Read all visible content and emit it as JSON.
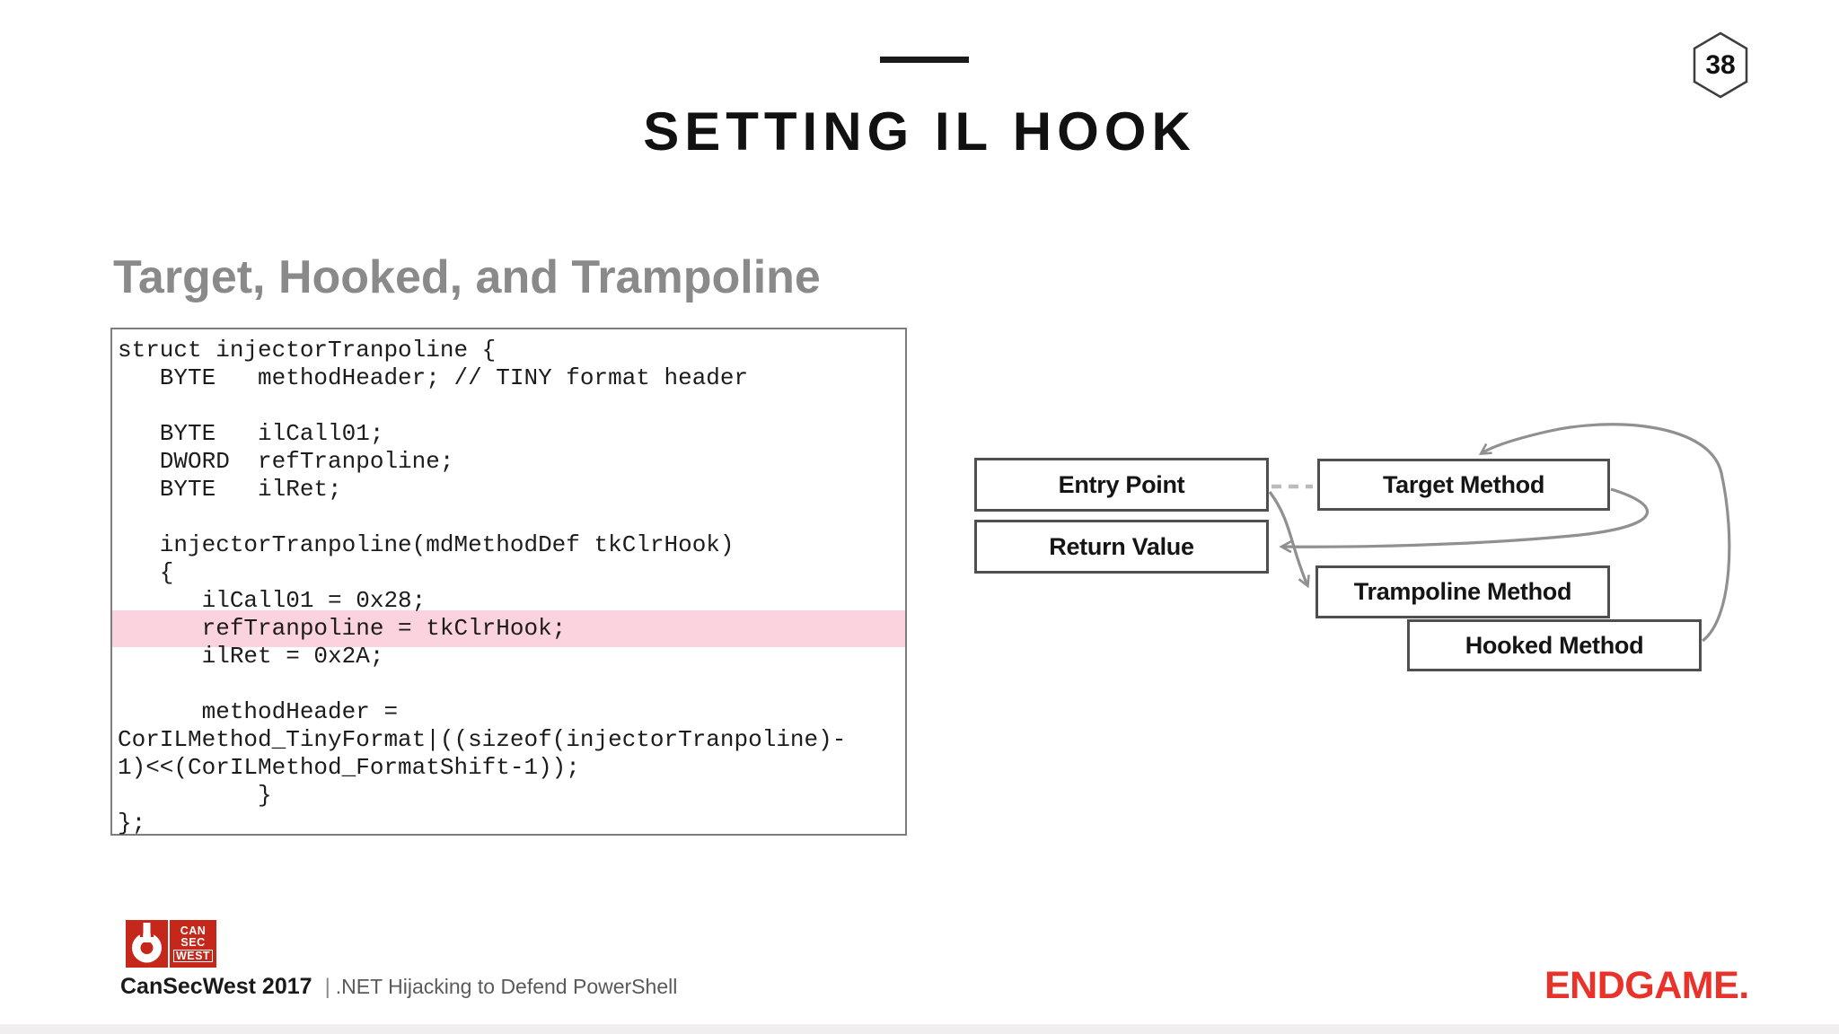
{
  "slide": {
    "number": "38",
    "title": "SETTING IL HOOK",
    "section_heading": "Target, Hooked, and Trampoline"
  },
  "code": {
    "lines": [
      {
        "text": "struct injectorTranpoline {",
        "highlight": false
      },
      {
        "text": "   BYTE   methodHeader; // TINY format header",
        "highlight": false
      },
      {
        "text": "",
        "highlight": false
      },
      {
        "text": "   BYTE   ilCall01;",
        "highlight": false
      },
      {
        "text": "   DWORD  refTranpoline;",
        "highlight": false
      },
      {
        "text": "   BYTE   ilRet;",
        "highlight": false
      },
      {
        "text": "",
        "highlight": false
      },
      {
        "text": "   injectorTranpoline(mdMethodDef tkClrHook)",
        "highlight": false
      },
      {
        "text": "   {",
        "highlight": false
      },
      {
        "text": "      ilCall01 = 0x28;",
        "highlight": false
      },
      {
        "text": "      refTranpoline = tkClrHook;",
        "highlight": true
      },
      {
        "text": "      ilRet = 0x2A;",
        "highlight": false
      },
      {
        "text": "",
        "highlight": false
      },
      {
        "text": "      methodHeader =",
        "highlight": false
      },
      {
        "text": "CorILMethod_TinyFormat|((sizeof(injectorTranpoline)-",
        "highlight": false
      },
      {
        "text": "1)<<(CorILMethod_FormatShift-1));",
        "highlight": false
      },
      {
        "text": "          }",
        "highlight": false
      },
      {
        "text": "};",
        "highlight": false
      }
    ]
  },
  "diagram": {
    "boxes": {
      "entry_point": "Entry Point",
      "return_value": "Return Value",
      "target_method": "Target Method",
      "trampoline_method": "Trampoline Method",
      "hooked_method": "Hooked Method"
    }
  },
  "footer": {
    "logo": {
      "line1": "CAN",
      "line2": "SEC",
      "line3": "WEST"
    },
    "conference": "CanSecWest 2017",
    "separator": "|",
    "talk_title": ".NET Hijacking to Defend PowerShell",
    "brand": "ENDGAME."
  },
  "colors": {
    "highlight_pink": "#fbd3de",
    "cansecwest_red": "#c5271a",
    "endgame_red": "#e8322a",
    "heading_gray": "#8a8a8a",
    "arrow_gray": "#909090",
    "box_border_gray": "#4f4f4f"
  }
}
